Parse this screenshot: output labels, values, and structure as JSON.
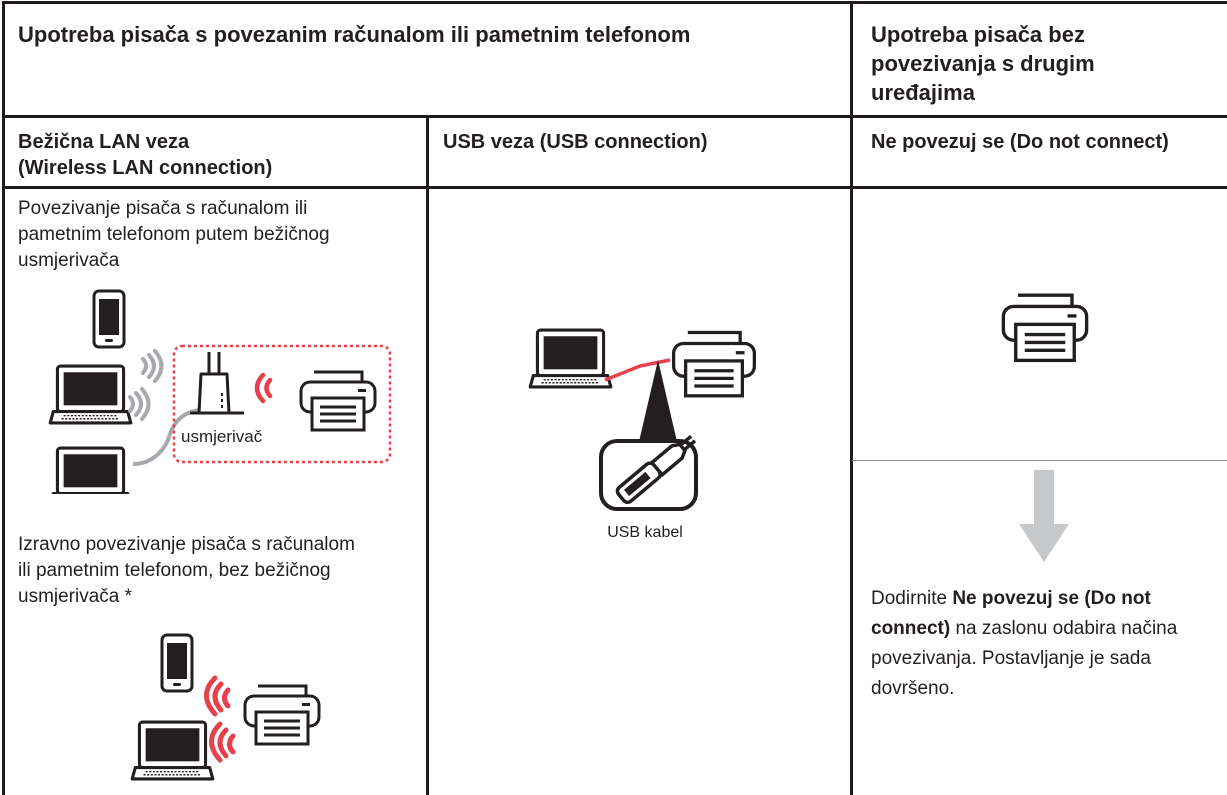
{
  "header": {
    "connected_title": "Upotreba pisača s povezanim računalom ili pametnim telefonom",
    "standalone_title_lines": [
      "Upotreba pisača bez",
      "povezivanja s drugim",
      "uređajima"
    ]
  },
  "columns": {
    "wireless": {
      "label_line1": "Bežična LAN veza",
      "label_line2": "(Wireless LAN connection)"
    },
    "usb": {
      "label": "USB veza (USB connection)"
    },
    "none": {
      "label": "Ne povezuj se (Do not connect)"
    }
  },
  "wireless": {
    "router_text_lines": [
      "Povezivanje pisača s računalom ili",
      "pametnim telefonom putem bežičnog",
      "usmjerivača"
    ],
    "router_label": "usmjerivač",
    "direct_text_lines": [
      "Izravno povezivanje pisača s računalom",
      "ili pametnim telefonom, bez bežičnog",
      "usmjerivača *"
    ]
  },
  "usb": {
    "cable_label": "USB kabel"
  },
  "none": {
    "instruction": {
      "pre": "Dodirnite ",
      "bold": "Ne povezuj se (Do not connect)",
      "post": " na zaslonu odabira načina povezivanja. Postavljanje je sada dovršeno."
    }
  },
  "colors": {
    "signal_red": "#e8404a",
    "signal_gray": "#a7a9ac",
    "border": "#1f1a1b",
    "arrow_gray": "#c7c8ca"
  }
}
